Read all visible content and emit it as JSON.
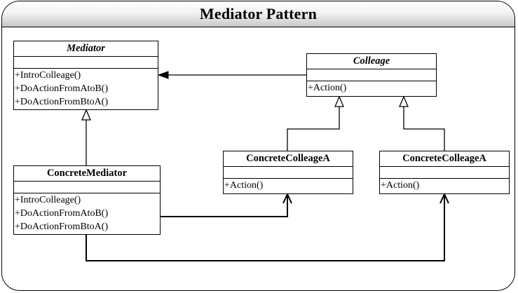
{
  "title": "Mediator Pattern",
  "classes": {
    "mediator": {
      "name": "Mediator",
      "operations": [
        "+IntroColleage()",
        "+DoActionFromAtoB()",
        "+DoActionFromBtoA()"
      ]
    },
    "colleage": {
      "name": "Colleage",
      "operations": [
        "+Action()"
      ]
    },
    "concrete_mediator": {
      "name": "ConcreteMediator",
      "operations": [
        "+IntroColleage()",
        "+DoActionFromAtoB()",
        "+DoActionFromBtoA()"
      ]
    },
    "concrete_colleage_a1": {
      "name": "ConcreteColleageA",
      "operations": [
        "+Action()"
      ]
    },
    "concrete_colleage_a2": {
      "name": "ConcreteColleageA",
      "operations": [
        "+Action()"
      ]
    }
  }
}
